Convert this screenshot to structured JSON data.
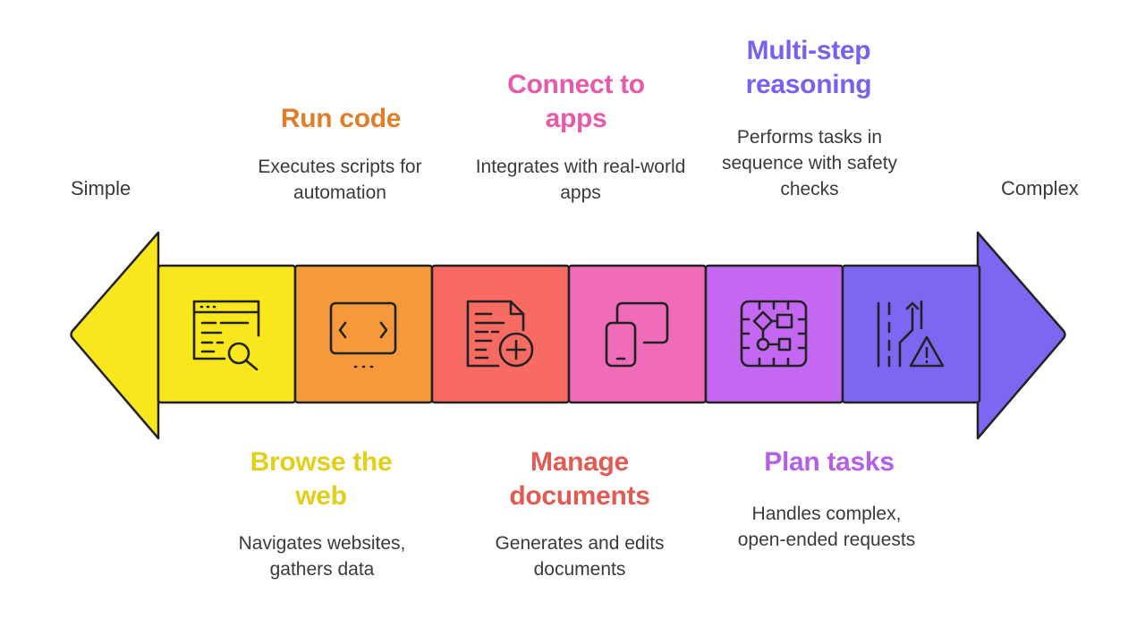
{
  "scale": {
    "left_label": "Simple",
    "right_label": "Complex"
  },
  "steps": [
    {
      "title": "Browse the web",
      "description": "Navigates websites, gathers data",
      "color": "#F8E71C",
      "title_color": "#E2CF1A",
      "icon": "browser-search-icon"
    },
    {
      "title": "Run code",
      "description": "Executes scripts for automation",
      "color": "#F5993A",
      "title_color": "#E07F2A",
      "icon": "code-window-icon"
    },
    {
      "title": "Manage documents",
      "description": "Generates and edits documents",
      "color": "#F76B62",
      "title_color": "#E35A52",
      "icon": "document-add-icon"
    },
    {
      "title": "Connect to apps",
      "description": "Integrates with real-world apps",
      "color": "#F06BB8",
      "title_color": "#E55BAA",
      "icon": "devices-icon"
    },
    {
      "title": "Plan tasks",
      "description": "Handles complex, open-ended requests",
      "color": "#C467F2",
      "title_color": "#B55FE6",
      "icon": "task-plan-chip-icon"
    },
    {
      "title": "Multi-step reasoning",
      "description": "Performs tasks in sequence with safety checks",
      "color": "#7F66F2",
      "title_color": "#7B60EE",
      "icon": "path-warning-icon"
    }
  ]
}
